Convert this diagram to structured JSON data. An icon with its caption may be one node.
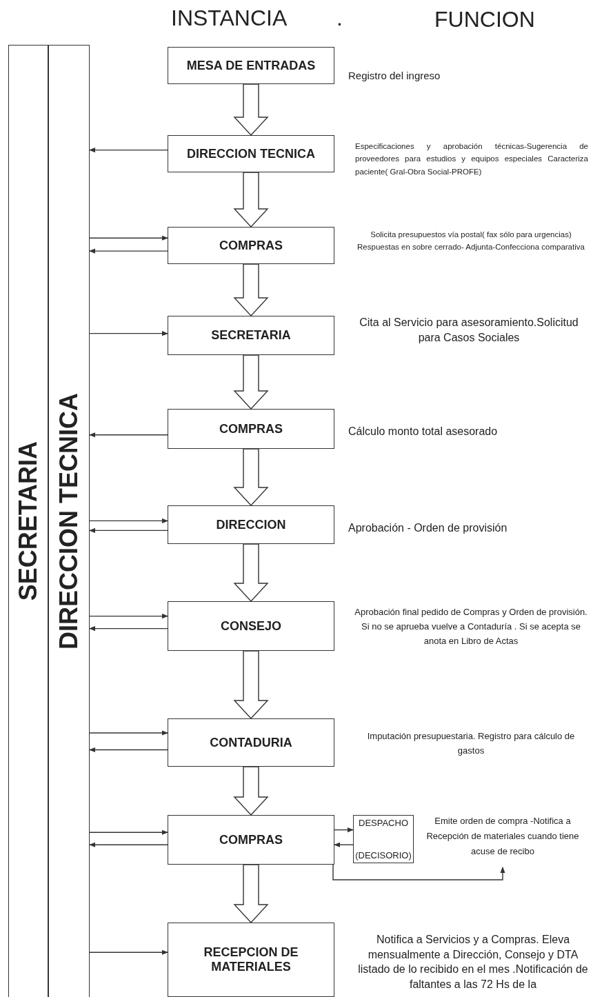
{
  "diagram": {
    "nodes": [
      {
        "text": [
          "SECRETARIA"
        ]
      },
      {
        "text": [
          "DIRECCION TECNICA"
        ]
      },
      {
        "text": [
          "MESA DE ENTRADAS"
        ],
        "beside": [
          "Registro del ingreso"
        ]
      },
      {
        "text": [
          "DIRECCION TECNICA"
        ],
        "beside": [
          "Especificaciones y aprobación técnicas-Sugerencia de proveedores para estudios y equipos especiales Caracteriza paciente( Gral-Obra Social-PROFE)"
        ]
      },
      {
        "text": [
          "COMPRAS"
        ],
        "beside": [
          "Solicita presupuestos vía postal( fax sólo para urgencias) Respuestas en sobre cerrado- Adjunta-Confecciona comparativa"
        ]
      },
      {
        "text": [
          "SECRETARIA"
        ],
        "beside": [
          "Cita al Servicio para asesoramiento.Solicitud para Casos Sociales"
        ]
      },
      {
        "text": [
          "COMPRAS"
        ],
        "beside": [
          "Cálculo monto total asesorado"
        ]
      },
      {
        "text": [
          "DIRECCION"
        ],
        "beside": [
          "Aprobación - Orden de provisión"
        ]
      },
      {
        "text": [
          "CONSEJO"
        ],
        "beside": [
          "Aprobación final pedido de Compras y Orden de provisión. Si no se aprueba vuelve a Contaduría . Si se acepta se anota en Libro de Actas"
        ]
      },
      {
        "text": [
          "CONTADURIA"
        ],
        "beside": [
          "Imputación presupuestaria. Registro para cálculo de gastos"
        ]
      },
      {
        "text": [
          "COMPRAS"
        ]
      },
      {
        "text": [
          "DESPACHO",
          "(DECISORIO)"
        ]
      },
      {
        "text": [
          "Emite orden de compra -Notifica a Recepción de materiales cuando tiene acuse de recibo"
        ]
      },
      {
        "text": [
          "RECEPCION DE MATERIALES"
        ],
        "beside": [
          "Notifica a Servicios y a Compras. Eleva mensualmente a Dirección, Consejo y DTA listado de lo recibido en el mes .Notificación de faltantes a las 72 Hs de la"
        ]
      }
    ],
    "edges": [
      {
        "from": 2,
        "to": 3,
        "arrow": "to",
        "style": "thick"
      },
      {
        "from": 3,
        "to": 1,
        "arrow": "to"
      },
      {
        "from": 3,
        "to": 4,
        "arrow": "to",
        "style": "thick"
      },
      {
        "from": 1,
        "to": 4,
        "arrow": "to"
      },
      {
        "from": 4,
        "to": 1,
        "arrow": "to"
      },
      {
        "from": 4,
        "to": 5,
        "arrow": "to",
        "style": "thick"
      },
      {
        "from": 1,
        "to": 5,
        "arrow": "to"
      },
      {
        "from": 5,
        "to": 6,
        "arrow": "to",
        "style": "thick"
      },
      {
        "from": 6,
        "to": 1,
        "arrow": "to"
      },
      {
        "from": 6,
        "to": 7,
        "arrow": "to",
        "style": "thick"
      },
      {
        "from": 1,
        "to": 7,
        "arrow": "to"
      },
      {
        "from": 7,
        "to": 1,
        "arrow": "to"
      },
      {
        "from": 7,
        "to": 8,
        "arrow": "to",
        "style": "thick"
      },
      {
        "from": 1,
        "to": 8,
        "arrow": "to"
      },
      {
        "from": 8,
        "to": 1,
        "arrow": "to"
      },
      {
        "from": 8,
        "to": 9,
        "arrow": "to",
        "style": "thick"
      },
      {
        "from": 1,
        "to": 9,
        "arrow": "to"
      },
      {
        "from": 9,
        "to": 1,
        "arrow": "to"
      },
      {
        "from": 9,
        "to": 10,
        "arrow": "to",
        "style": "thick"
      },
      {
        "from": 1,
        "to": 10,
        "arrow": "to"
      },
      {
        "from": 10,
        "to": 1,
        "arrow": "to"
      },
      {
        "from": 10,
        "to": 11,
        "arrow": "to"
      },
      {
        "from": 11,
        "to": 10,
        "arrow": "to"
      },
      {
        "from": 10,
        "to": 12,
        "arrow": "to"
      },
      {
        "from": 10,
        "to": 13,
        "arrow": "to",
        "style": "thick"
      },
      {
        "from": 1,
        "to": 13,
        "arrow": "to"
      }
    ],
    "labels": [
      "INSTANCIA",
      ".",
      "FUNCION"
    ]
  }
}
